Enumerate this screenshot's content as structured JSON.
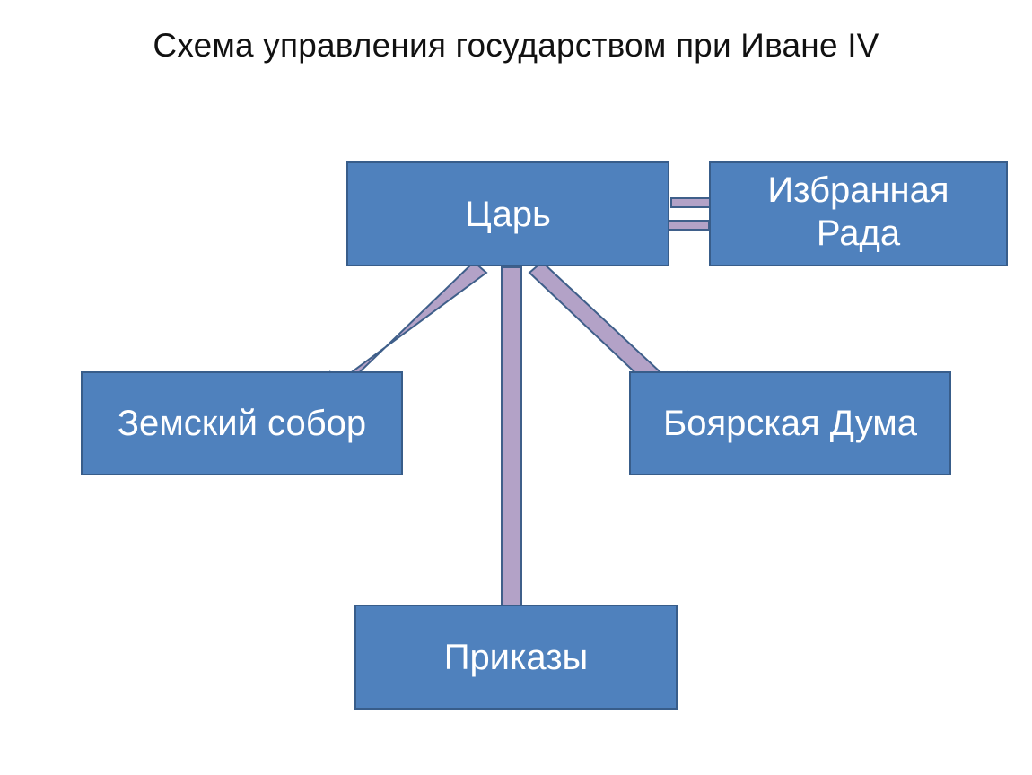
{
  "title": "Схема управления государством при Иване IV",
  "nodes": {
    "tsar": "Царь",
    "rada_line1": "Избранная",
    "rada_line2": "Рада",
    "zemsky_sobor": "Земский собор",
    "boyar_duma": "Боярская Дума",
    "prikazy": "Приказы"
  },
  "edges": [
    {
      "from": "Царь",
      "to": "Избранная Рада"
    },
    {
      "from": "Избранная Рада",
      "to": "Царь"
    },
    {
      "from": "Царь",
      "to": "Земский собор"
    },
    {
      "from": "Царь",
      "to": "Боярская Дума"
    },
    {
      "from": "Царь",
      "to": "Приказы"
    }
  ],
  "colors": {
    "box_fill": "#4f81bd",
    "box_border": "#385d8a",
    "arrow_fill": "#b3a2c7",
    "arrow_border": "#3f5f8a"
  }
}
